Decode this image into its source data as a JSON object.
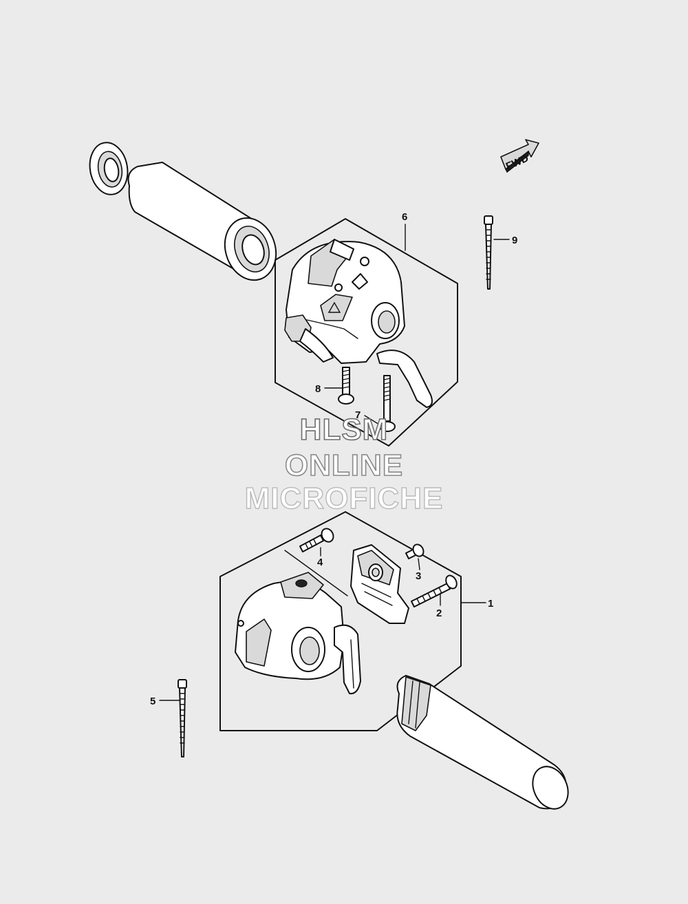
{
  "fwd_label": "FWD",
  "watermark": {
    "line1": "HLSM",
    "line2": "ONLINE",
    "line3": "MICROFICHE"
  },
  "callouts": [
    {
      "id": "1",
      "label": "1"
    },
    {
      "id": "2",
      "label": "2"
    },
    {
      "id": "3",
      "label": "3"
    },
    {
      "id": "4",
      "label": "4"
    },
    {
      "id": "5",
      "label": "5"
    },
    {
      "id": "6",
      "label": "6"
    },
    {
      "id": "7",
      "label": "7"
    },
    {
      "id": "8",
      "label": "8"
    },
    {
      "id": "9",
      "label": "9"
    }
  ],
  "colors": {
    "background": "#ebebeb",
    "line": "#111111",
    "watermark": "#8a8a8a"
  }
}
